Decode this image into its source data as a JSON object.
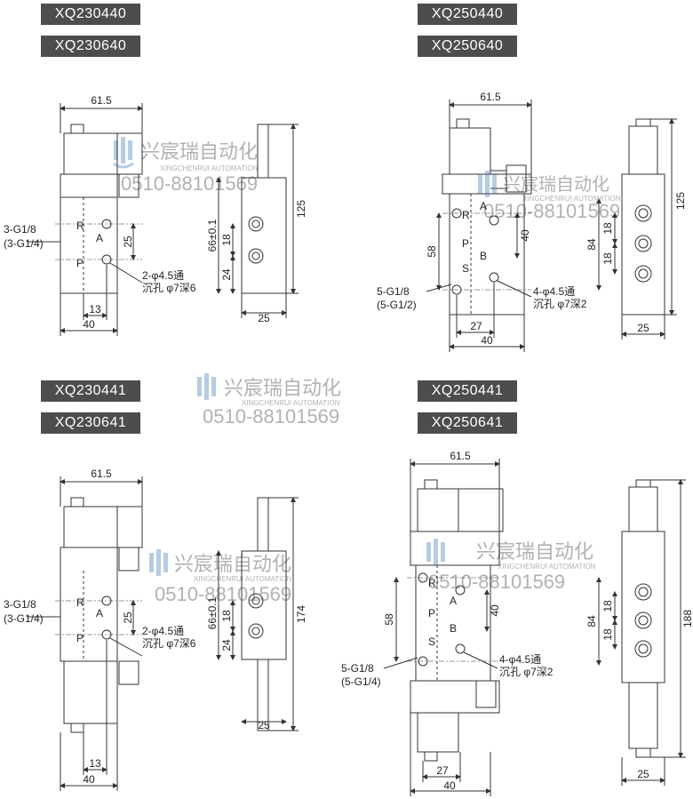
{
  "models": [
    {
      "top": "XQ230440",
      "bottom": "XQ230640"
    },
    {
      "top": "XQ250440",
      "bottom": "XQ250640"
    },
    {
      "top": "XQ230441",
      "bottom": "XQ230641"
    },
    {
      "top": "XQ250441",
      "bottom": "XQ250641"
    }
  ],
  "watermark": {
    "brand": "兴宸瑞自动化",
    "sub": "XINGCHENRUI AUTOMATION",
    "phone": "0510-88101569"
  },
  "ports": {
    "r": "R",
    "a": "A",
    "p": "P",
    "b": "B",
    "s": "S"
  },
  "d1": {
    "w61": "61.5",
    "w13": "13",
    "w40": "40",
    "w25": "25",
    "h25": "25",
    "h18": "18",
    "h24": "24",
    "h66": "66±0.1",
    "h125": "125",
    "ports_l1": "3-G1/8",
    "ports_l2": "(3-G1/4)",
    "hole_l1": "2-φ4.5通",
    "hole_l2": "沉孔 φ7深6"
  },
  "d2": {
    "w61": "61.5",
    "w27": "27",
    "w40": "40",
    "w25": "25",
    "h58": "58",
    "h40": "40",
    "h84": "84",
    "h18a": "18",
    "h18b": "18",
    "h125": "125",
    "ports_l1": "5-G1/8",
    "ports_l2": "(5-G1/2)",
    "hole_l1": "4-φ4.5通",
    "hole_l2": "沉孔 φ7深2"
  },
  "d3": {
    "w61": "61.5",
    "w13": "13",
    "w40": "40",
    "w25": "25",
    "h25": "25",
    "h18": "18",
    "h24": "24",
    "h66": "66±0.1",
    "h174": "174",
    "ports_l1": "3-G1/8",
    "ports_l2": "(3-G1/4)",
    "hole_l1": "2-φ4.5通",
    "hole_l2": "沉孔 φ7深6"
  },
  "d4": {
    "w61": "61.5",
    "w27": "27",
    "w40": "40",
    "w25": "25",
    "h58": "58",
    "h40": "40",
    "h84": "84",
    "h18a": "18",
    "h18b": "18",
    "h188": "188",
    "ports_l1": "5-G1/8",
    "ports_l2": "(5-G1/4)",
    "hole_l1": "4-φ4.5通",
    "hole_l2": "沉孔 φ7深2"
  }
}
